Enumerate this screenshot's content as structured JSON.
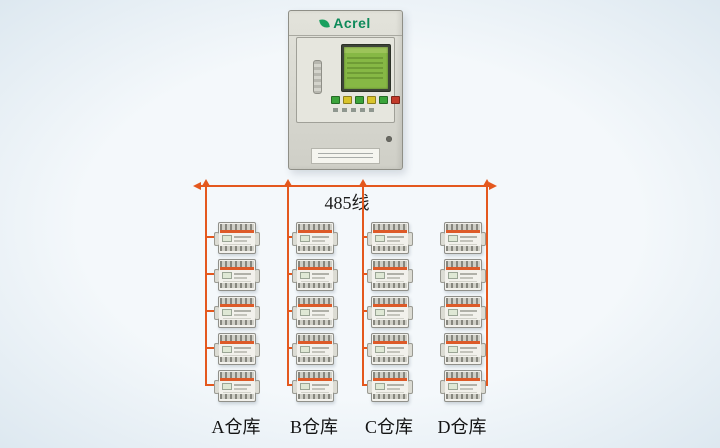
{
  "cabinet": {
    "brand": "Acrel",
    "brand_color": "#0e8a5a",
    "body_color": "#dadad2",
    "screen_color": "#86b845"
  },
  "bus": {
    "label": "485线",
    "color": "#e4581e"
  },
  "columns": [
    {
      "id": "A",
      "label": "A仓库",
      "devices": 5
    },
    {
      "id": "B",
      "label": "B仓库",
      "devices": 5
    },
    {
      "id": "C",
      "label": "C仓库",
      "devices": 5
    },
    {
      "id": "D",
      "label": "D仓库",
      "devices": 5
    }
  ]
}
